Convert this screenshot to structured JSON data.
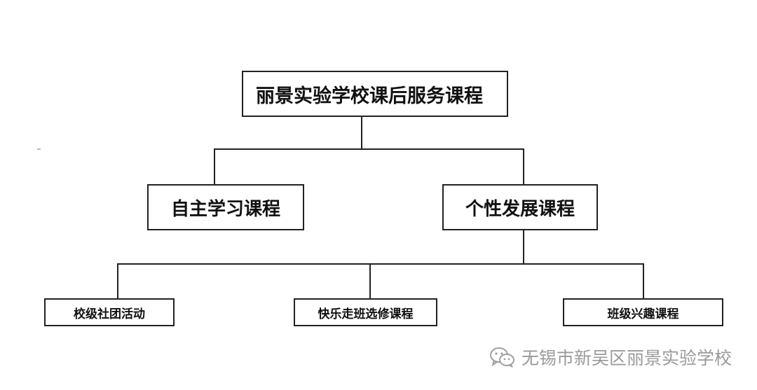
{
  "diagram": {
    "root": {
      "label": "丽景实验学校课后服务课程"
    },
    "branches": [
      {
        "label": "自主学习课程"
      },
      {
        "label": "个性发展课程"
      }
    ],
    "leaves": [
      {
        "label": "校级社团活动"
      },
      {
        "label": "快乐走班选修课程"
      },
      {
        "label": "班级兴趣课程"
      }
    ]
  },
  "watermark": {
    "icon": "wechat-icon",
    "text": "无锡市新吴区丽景实验学校"
  },
  "colors": {
    "line": "#222222",
    "box_border": "#222222",
    "text": "#111111",
    "watermark": "#9a9a9a"
  }
}
